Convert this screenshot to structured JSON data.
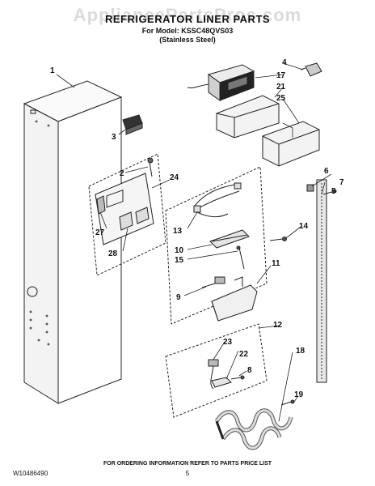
{
  "header": {
    "watermark": "AppliancePartsPros.com",
    "title": "REFRIGERATOR LINER PARTS",
    "model_line": "For Model: KSSC48QVS03",
    "finish_line": "(Stainless Steel)"
  },
  "callouts": [
    {
      "id": "c1",
      "label": "1"
    },
    {
      "id": "c2",
      "label": "2"
    },
    {
      "id": "c3",
      "label": "3"
    },
    {
      "id": "c4",
      "label": "4"
    },
    {
      "id": "c5",
      "label": "5"
    },
    {
      "id": "c6",
      "label": "6"
    },
    {
      "id": "c7",
      "label": "7"
    },
    {
      "id": "c8",
      "label": "8"
    },
    {
      "id": "c9",
      "label": "9"
    },
    {
      "id": "c10",
      "label": "10"
    },
    {
      "id": "c11",
      "label": "11"
    },
    {
      "id": "c12",
      "label": "12"
    },
    {
      "id": "c13",
      "label": "13"
    },
    {
      "id": "c14",
      "label": "14"
    },
    {
      "id": "c15",
      "label": "15"
    },
    {
      "id": "c17",
      "label": "17"
    },
    {
      "id": "c18",
      "label": "18"
    },
    {
      "id": "c19",
      "label": "19"
    },
    {
      "id": "c21",
      "label": "21"
    },
    {
      "id": "c22",
      "label": "22"
    },
    {
      "id": "c23",
      "label": "23"
    },
    {
      "id": "c24",
      "label": "24"
    },
    {
      "id": "c25",
      "label": "25"
    },
    {
      "id": "c27",
      "label": "27"
    },
    {
      "id": "c28",
      "label": "28"
    }
  ],
  "footer": {
    "notice": "FOR ORDERING INFORMATION REFER TO PARTS PRICE LIST",
    "doc_number": "W10486490",
    "page_number": "5"
  }
}
